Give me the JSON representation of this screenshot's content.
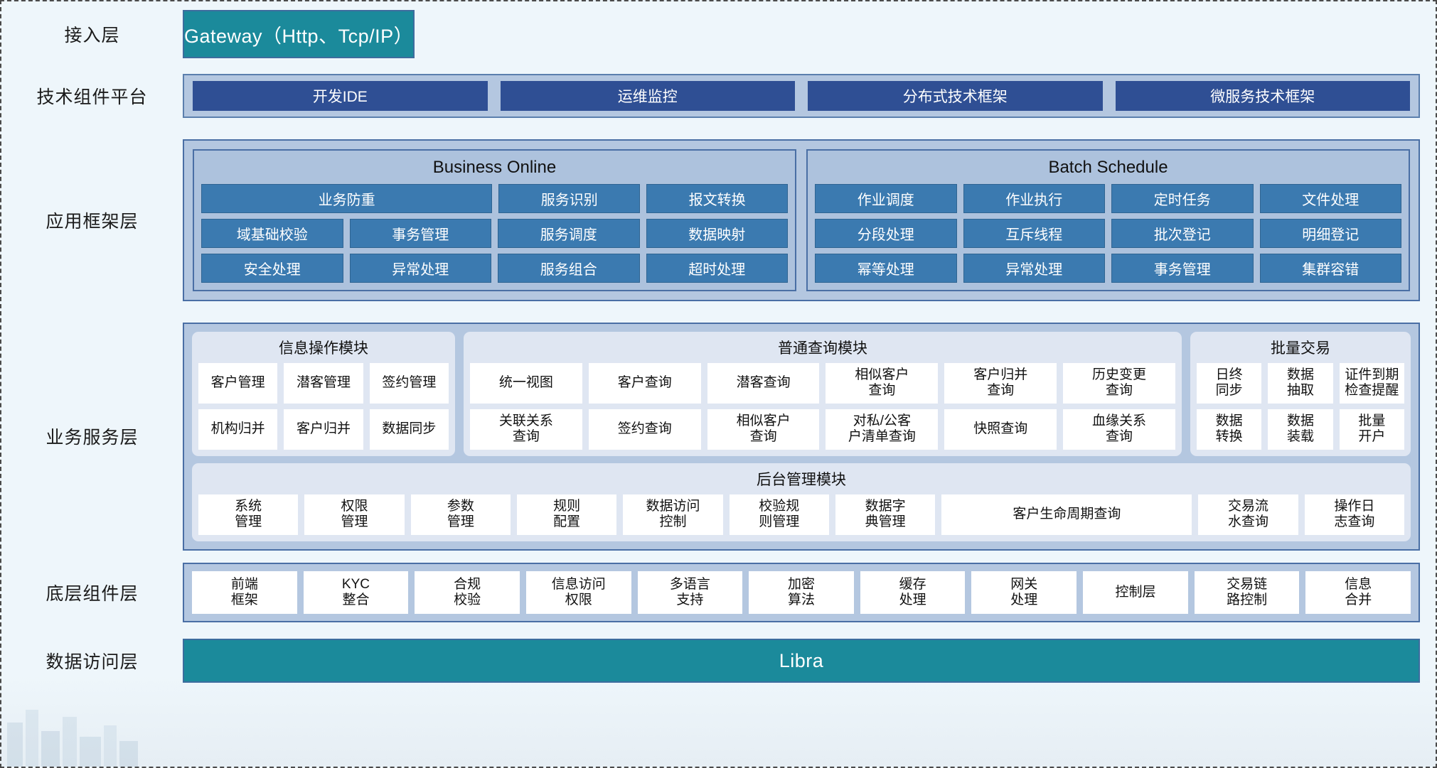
{
  "layers": [
    {
      "label": "接入层"
    },
    {
      "label": "技术组件平台"
    },
    {
      "label": "应用框架层"
    },
    {
      "label": "业务服务层"
    },
    {
      "label": "底层组件层"
    },
    {
      "label": "数据访问层"
    }
  ],
  "colors": {
    "band": "#1b8a9b",
    "platform_bg": "#b4c7e0",
    "platform_chip": "#2f4f94",
    "framework_chip": "#3b7ab0",
    "module_bg": "#dfe6f2",
    "cell_bg": "#ffffff",
    "border": "#4a6fa5",
    "page_bg": "#eef6fb"
  },
  "access_layer": {
    "gateway_label": "Gateway（Http、Tcp/IP）"
  },
  "tech_platform": {
    "chips": [
      {
        "label": "开发IDE"
      },
      {
        "label": "运维监控"
      },
      {
        "label": "分布式技术框架"
      },
      {
        "label": "微服务技术框架"
      }
    ]
  },
  "app_framework": {
    "groups": [
      {
        "title": "Business Online",
        "rows": [
          [
            {
              "label": "业务防重",
              "span": 2
            },
            {
              "label": "服务识别"
            },
            {
              "label": "报文转换"
            }
          ],
          [
            {
              "label": "域基础校验"
            },
            {
              "label": "事务管理"
            },
            {
              "label": "服务调度"
            },
            {
              "label": "数据映射"
            }
          ],
          [
            {
              "label": "安全处理"
            },
            {
              "label": "异常处理"
            },
            {
              "label": "服务组合"
            },
            {
              "label": "超时处理"
            }
          ]
        ]
      },
      {
        "title": "Batch Schedule",
        "rows": [
          [
            {
              "label": "作业调度"
            },
            {
              "label": "作业执行"
            },
            {
              "label": "定时任务"
            },
            {
              "label": "文件处理"
            }
          ],
          [
            {
              "label": "分段处理"
            },
            {
              "label": "互斥线程"
            },
            {
              "label": "批次登记"
            },
            {
              "label": "明细登记"
            }
          ],
          [
            {
              "label": "幂等处理"
            },
            {
              "label": "异常处理"
            },
            {
              "label": "事务管理"
            },
            {
              "label": "集群容错"
            }
          ]
        ]
      }
    ]
  },
  "business_service": {
    "modules": [
      {
        "title": "信息操作模块",
        "rows": [
          [
            {
              "label": "客户管理"
            },
            {
              "label": "潜客管理"
            },
            {
              "label": "签约管理"
            }
          ],
          [
            {
              "label": "机构归并"
            },
            {
              "label": "客户归并"
            },
            {
              "label": "数据同步"
            }
          ]
        ]
      },
      {
        "title": "普通查询模块",
        "rows": [
          [
            {
              "label": "统一视图"
            },
            {
              "label": "客户查询"
            },
            {
              "label": "潜客查询"
            },
            {
              "label": "相似客户\n查询"
            },
            {
              "label": "客户归并\n查询"
            },
            {
              "label": "历史变更\n查询"
            }
          ],
          [
            {
              "label": "关联关系\n查询"
            },
            {
              "label": "签约查询"
            },
            {
              "label": "相似客户\n查询"
            },
            {
              "label": "对私/公客\n户清单查询"
            },
            {
              "label": "快照查询"
            },
            {
              "label": "血缘关系\n查询"
            }
          ]
        ]
      },
      {
        "title": "批量交易",
        "rows": [
          [
            {
              "label": "日终\n同步"
            },
            {
              "label": "数据\n抽取"
            },
            {
              "label": "证件到期\n检查提醒"
            }
          ],
          [
            {
              "label": "数据\n转换"
            },
            {
              "label": "数据\n装载"
            },
            {
              "label": "批量\n开户"
            }
          ]
        ]
      }
    ],
    "admin_module": {
      "title": "后台管理模块",
      "cells": [
        {
          "label": "系统\n管理"
        },
        {
          "label": "权限\n管理"
        },
        {
          "label": "参数\n管理"
        },
        {
          "label": "规则\n配置"
        },
        {
          "label": "数据访问\n控制"
        },
        {
          "label": "校验规\n则管理"
        },
        {
          "label": "数据字\n典管理"
        },
        {
          "label": "客户生命周期查询",
          "wide": true
        },
        {
          "label": "交易流\n水查询"
        },
        {
          "label": "操作日\n志查询"
        }
      ]
    }
  },
  "bottom_components": {
    "cells": [
      {
        "label": "前端\n框架"
      },
      {
        "label": "KYC\n整合"
      },
      {
        "label": "合规\n校验"
      },
      {
        "label": "信息访问\n权限"
      },
      {
        "label": "多语言\n支持"
      },
      {
        "label": "加密\n算法"
      },
      {
        "label": "缓存\n处理"
      },
      {
        "label": "网关\n处理"
      },
      {
        "label": "控制层"
      },
      {
        "label": "交易链\n路控制"
      },
      {
        "label": "信息\n合并"
      }
    ]
  },
  "data_access": {
    "label": "Libra"
  }
}
